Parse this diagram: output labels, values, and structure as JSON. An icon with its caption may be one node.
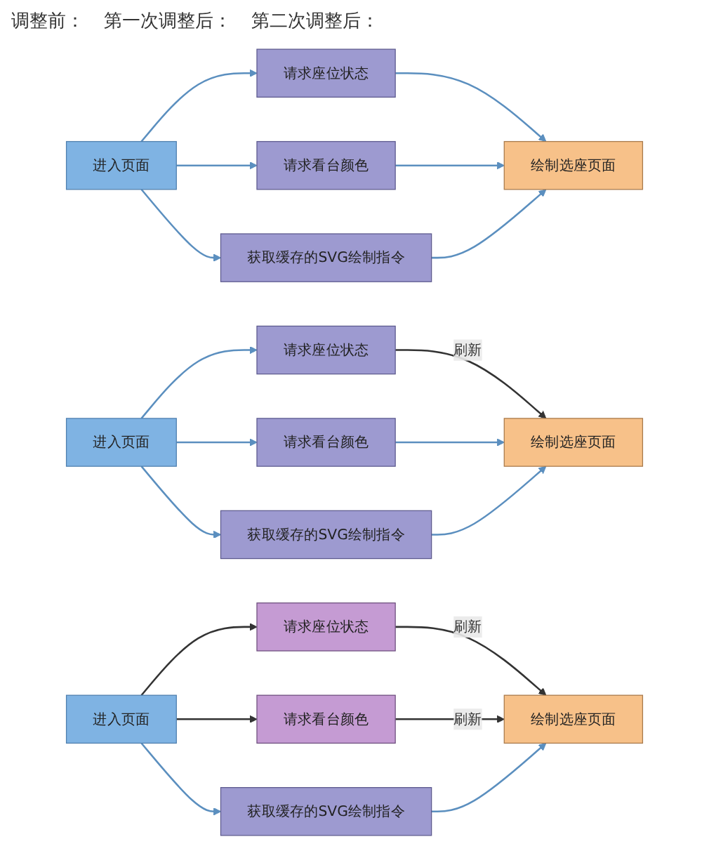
{
  "diagram": {
    "nodes": [
      {
        "text": [
          "进入页面"
        ]
      },
      {
        "text": [
          "请求座位状态"
        ]
      },
      {
        "text": [
          "请求看台颜色"
        ]
      },
      {
        "text": [
          "获取缓存的SVG绘制指令"
        ]
      },
      {
        "text": [
          "绘制选座页面"
        ]
      },
      {
        "text": [
          "进入页面"
        ]
      },
      {
        "text": [
          "请求座位状态"
        ]
      },
      {
        "text": [
          "请求看台颜色"
        ]
      },
      {
        "text": [
          "获取缓存的SVG绘制指令"
        ]
      },
      {
        "text": [
          "绘制选座页面"
        ]
      },
      {
        "text": [
          "进入页面"
        ]
      },
      {
        "text": [
          "请求座位状态"
        ]
      },
      {
        "text": [
          "请求看台颜色"
        ]
      },
      {
        "text": [
          "获取缓存的SVG绘制指令"
        ]
      },
      {
        "text": [
          "绘制选座页面"
        ]
      }
    ],
    "edges": [
      {
        "from": 0,
        "to": 1,
        "arrow": "to"
      },
      {
        "from": 0,
        "to": 2,
        "arrow": "to"
      },
      {
        "from": 0,
        "to": 3,
        "arrow": "to"
      },
      {
        "from": 1,
        "to": 4,
        "arrow": "to"
      },
      {
        "from": 2,
        "to": 4,
        "arrow": "to"
      },
      {
        "from": 3,
        "to": 4,
        "arrow": "to"
      },
      {
        "from": 5,
        "to": 6,
        "arrow": "to"
      },
      {
        "from": 5,
        "to": 7,
        "arrow": "to"
      },
      {
        "from": 5,
        "to": 8,
        "arrow": "to"
      },
      {
        "from": 6,
        "to": 9,
        "arrow": "to",
        "label": "刷新",
        "color": "#333333"
      },
      {
        "from": 7,
        "to": 9,
        "arrow": "to"
      },
      {
        "from": 8,
        "to": 9,
        "arrow": "to"
      },
      {
        "from": 10,
        "to": 11,
        "arrow": "to",
        "color": "#333333"
      },
      {
        "from": 10,
        "to": 12,
        "arrow": "to",
        "color": "#333333"
      },
      {
        "from": 10,
        "to": 13,
        "arrow": "to"
      },
      {
        "from": 11,
        "to": 14,
        "arrow": "to",
        "label": "刷新",
        "color": "#333333"
      },
      {
        "from": 12,
        "to": 14,
        "arrow": "to",
        "label": "刷新",
        "color": "#333333"
      },
      {
        "from": 13,
        "to": 14,
        "arrow": "to"
      }
    ],
    "labels": [
      "调整前：",
      "第一次调整后：",
      "第二次调整后："
    ]
  }
}
